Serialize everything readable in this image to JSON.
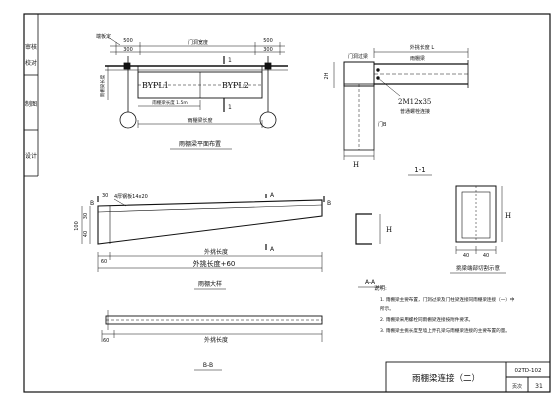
{
  "sidebar": {
    "cells": [
      "审核",
      "校对",
      "制图",
      "设计"
    ]
  },
  "plan": {
    "title": "雨棚梁平面布置",
    "dims": {
      "d500_left": "500",
      "d300_left": "300",
      "door_width": "门洞宽度",
      "d500_right": "500",
      "d300_right": "300",
      "span_note": "雨棚梁长度 1.5m",
      "beam_len": "雨棚梁长度"
    },
    "labels": {
      "bypl1": "BYPL1",
      "bypl2": "BYPL2",
      "column_note": "墙板柱",
      "side_note": "雨棚梁长度",
      "one_left": "1",
      "one_right": "1",
      "anchor_note": "端板定"
    }
  },
  "section11": {
    "title": "1-1",
    "labels": {
      "cant_len": "外挑长度 L",
      "lintel": "门洞过梁",
      "rain_beam": "雨棚梁",
      "bolts": "2M12x35",
      "bolt_note": "普通螺栓连接",
      "h_top": "2H",
      "h_bottom": "H",
      "door": "门B"
    }
  },
  "detail": {
    "title": "雨棚大样",
    "labels": {
      "plate": "4厚钢板14x20",
      "d30": "30",
      "b_left": "B",
      "b_right": "B",
      "a_top": "A",
      "a_bottom": "A",
      "d100": "100",
      "d30v": "30",
      "d40": "40",
      "d60": "60",
      "cant": "外挑长度",
      "cant60": "外挑长度+60"
    }
  },
  "sectionAA": {
    "title": "A-A",
    "labels": {
      "h": "H"
    }
  },
  "endCut": {
    "title": "挑梁端部切割示意",
    "labels": {
      "d40a": "40",
      "d40b": "40",
      "h": "H"
    }
  },
  "sectionBB": {
    "title": "B-B",
    "labels": {
      "d60": "60",
      "cant": "外挑长度"
    }
  },
  "notes": {
    "heading": "说明:",
    "lines": [
      "1. 雨棚梁主要布置，门洞过梁及门柱梁连接同雨棚梁连接（一）中",
      "   所示。",
      "2. 雨棚梁采用螺栓同雨棚梁连接按附件要求。",
      "3. 雨棚梁主挑长度至墙上弄孔梁与雨棚梁连接的主要布置的量。"
    ]
  },
  "titleBlock": {
    "title": "雨棚梁连接（二）",
    "code": "02TD-102",
    "page_label": "页次",
    "page_num": "31"
  }
}
